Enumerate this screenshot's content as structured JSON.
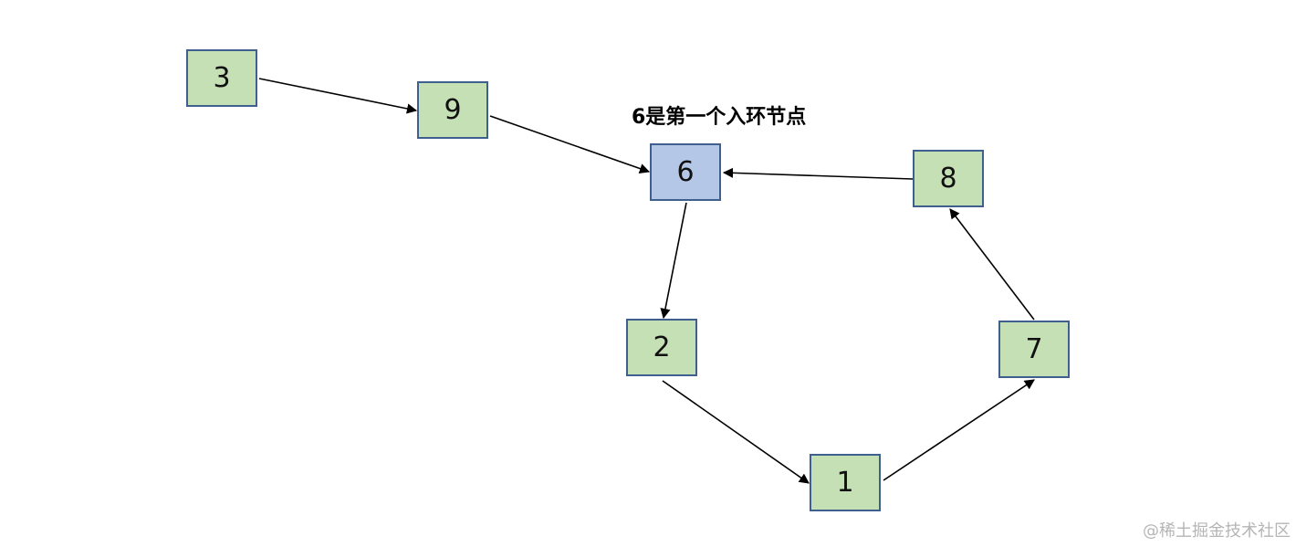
{
  "colors": {
    "node_fill": "#c5e0b4",
    "entry_node_fill": "#b4c7e7",
    "node_border": "#3f5f8f",
    "edge": "#000000",
    "watermark": "#b5b5b5"
  },
  "nodes": [
    {
      "id": "3",
      "label": "3",
      "entry": false
    },
    {
      "id": "9",
      "label": "9",
      "entry": false
    },
    {
      "id": "6",
      "label": "6",
      "entry": true
    },
    {
      "id": "8",
      "label": "8",
      "entry": false
    },
    {
      "id": "2",
      "label": "2",
      "entry": false
    },
    {
      "id": "7",
      "label": "7",
      "entry": false
    },
    {
      "id": "1",
      "label": "1",
      "entry": false
    }
  ],
  "edges": [
    {
      "from": "3",
      "to": "9"
    },
    {
      "from": "9",
      "to": "6"
    },
    {
      "from": "6",
      "to": "2"
    },
    {
      "from": "2",
      "to": "1"
    },
    {
      "from": "1",
      "to": "7"
    },
    {
      "from": "7",
      "to": "8"
    },
    {
      "from": "8",
      "to": "6"
    }
  ],
  "annotation": "6是第一个入环节点",
  "watermark": "@稀土掘金技术社区"
}
